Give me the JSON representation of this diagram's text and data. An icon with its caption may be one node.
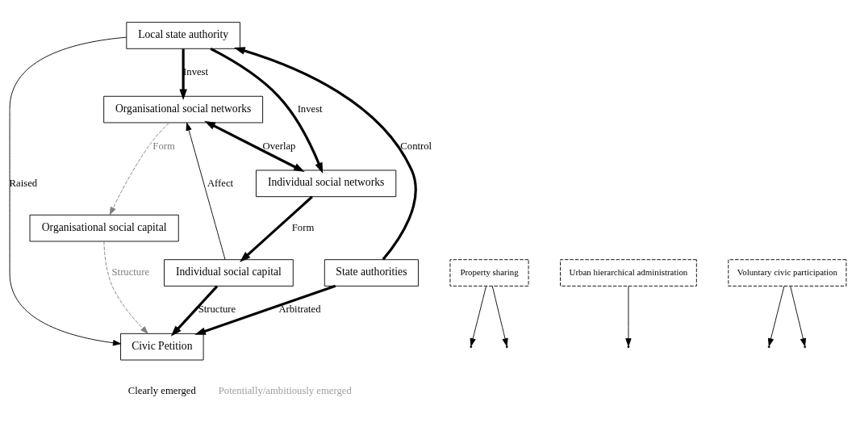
{
  "diagram": {
    "nodes": [
      {
        "text": [
          "Organisational social capital"
        ]
      },
      {
        "text": [
          "Local state authority"
        ]
      },
      {
        "text": [
          "Organisational social networks"
        ]
      },
      {
        "text": [
          "Property sharing"
        ]
      },
      {
        "text": [
          "Urban hierarchical administration"
        ]
      },
      {
        "text": [
          "Civic Petition"
        ]
      },
      {
        "text": [
          "Individual social networks"
        ]
      },
      {
        "text": [
          "State authorities"
        ]
      },
      {
        "text": [
          "Voluntary civic participation"
        ]
      },
      {
        "text": [
          "Individual social capital"
        ]
      }
    ],
    "edges": [
      {
        "from": 2,
        "to": 0,
        "arrow": "to",
        "label": "Form",
        "style": "dashed",
        "color": "#808080"
      },
      {
        "from": 0,
        "to": 5,
        "arrow": "to",
        "label": "Structure",
        "style": "dashed",
        "color": "#808080"
      },
      {
        "from": 1,
        "to": 2,
        "arrow": "to",
        "label": "Invest",
        "style": "thick"
      },
      {
        "from": 1,
        "to": 6,
        "arrow": "to",
        "label": "Invest",
        "style": "thick"
      },
      {
        "from": 3,
        "to": null,
        "arrow": "to"
      },
      {
        "from": 3,
        "to": null,
        "arrow": "to"
      },
      {
        "from": 1,
        "to": 5,
        "arrow": "to",
        "label": "Raised"
      },
      {
        "from": 2,
        "to": 6,
        "arrow": "both",
        "label": "Overlap",
        "style": "thick"
      },
      {
        "from": 9,
        "to": 2,
        "arrow": "to",
        "label": "Affect"
      },
      {
        "from": 6,
        "to": 9,
        "arrow": "to",
        "label": "Form",
        "style": "thick"
      },
      {
        "from": 8,
        "to": null,
        "arrow": "to"
      },
      {
        "from": 8,
        "to": null,
        "arrow": "to"
      },
      {
        "from": 9,
        "to": 5,
        "arrow": "to",
        "label": "Structure",
        "style": "thick"
      },
      {
        "from": 7,
        "to": 5,
        "arrow": "to",
        "label": "Arbitrated",
        "style": "thick"
      },
      {
        "from": 7,
        "to": 1,
        "arrow": "to",
        "label": "Control",
        "style": "thick"
      },
      {
        "from": 4,
        "to": null,
        "arrow": "to"
      }
    ],
    "legend": [
      {
        "text": "Clearly emerged"
      },
      {
        "text": "Potentially/ambitiously emerged"
      }
    ]
  }
}
